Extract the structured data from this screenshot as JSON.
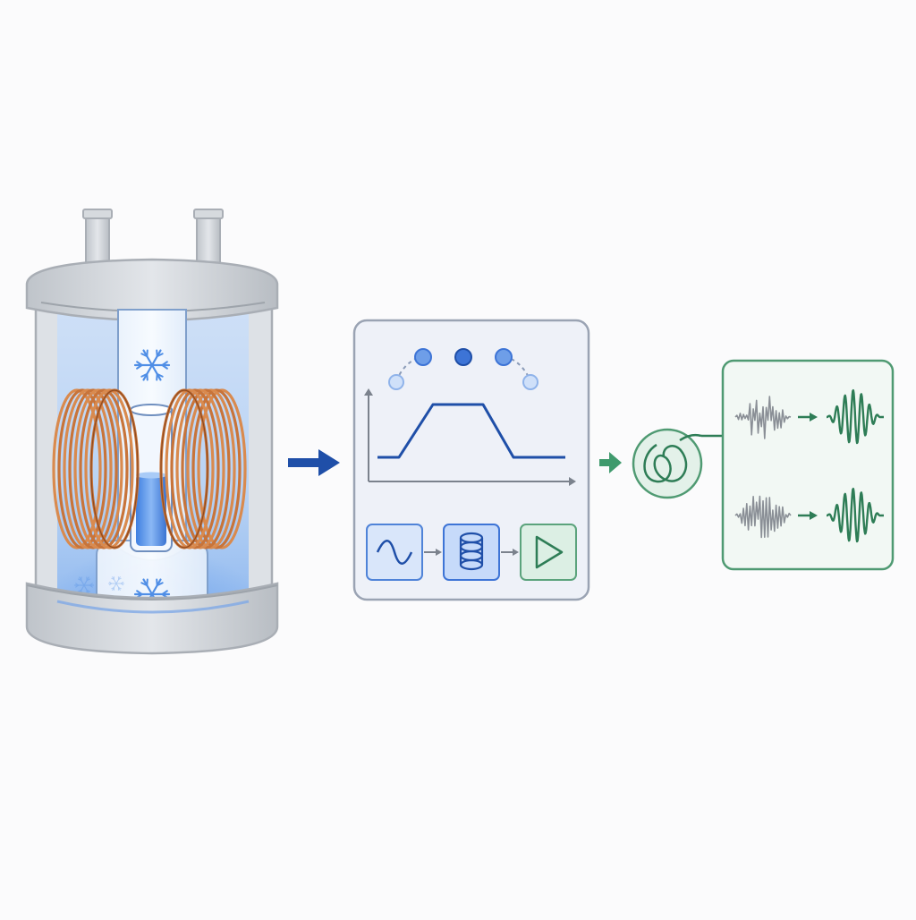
{
  "diagram": {
    "stages": [
      {
        "id": "cryostat",
        "kind": "cryogenic-vessel-with-copper-coils",
        "icons": [
          "snowflake-icon",
          "sample-vial-icon",
          "copper-coil-icon"
        ]
      },
      {
        "id": "pulse-control",
        "kind": "control-panel",
        "dots": 5,
        "blocks": [
          "sine-wave-icon",
          "coil-icon",
          "amplifier-triangle-icon"
        ]
      },
      {
        "id": "detector",
        "kind": "loop-sensor",
        "icons": [
          "loop-coil-icon"
        ]
      },
      {
        "id": "signal-output",
        "kind": "signal-panel",
        "rows": 2,
        "icons": [
          "noisy-signal-icon",
          "clean-signal-icon"
        ]
      }
    ],
    "connectors": [
      "blue-arrow",
      "green-arrow"
    ]
  },
  "colors": {
    "background": "#fbfbfc",
    "vessel_gray": "#cfd3d8",
    "vessel_edge": "#a9aeb5",
    "cryo_blue": "#7fb0ee",
    "copper": "#c8743a",
    "copper_dark": "#8f4a1e",
    "accent_blue": "#1f4fa8",
    "dot_blue": "#3d74d6",
    "panel_fill": "#eef1f8",
    "panel_edge": "#9aa3b3",
    "accent_green": "#2e7d56",
    "signal_gray": "#8a8f96"
  }
}
